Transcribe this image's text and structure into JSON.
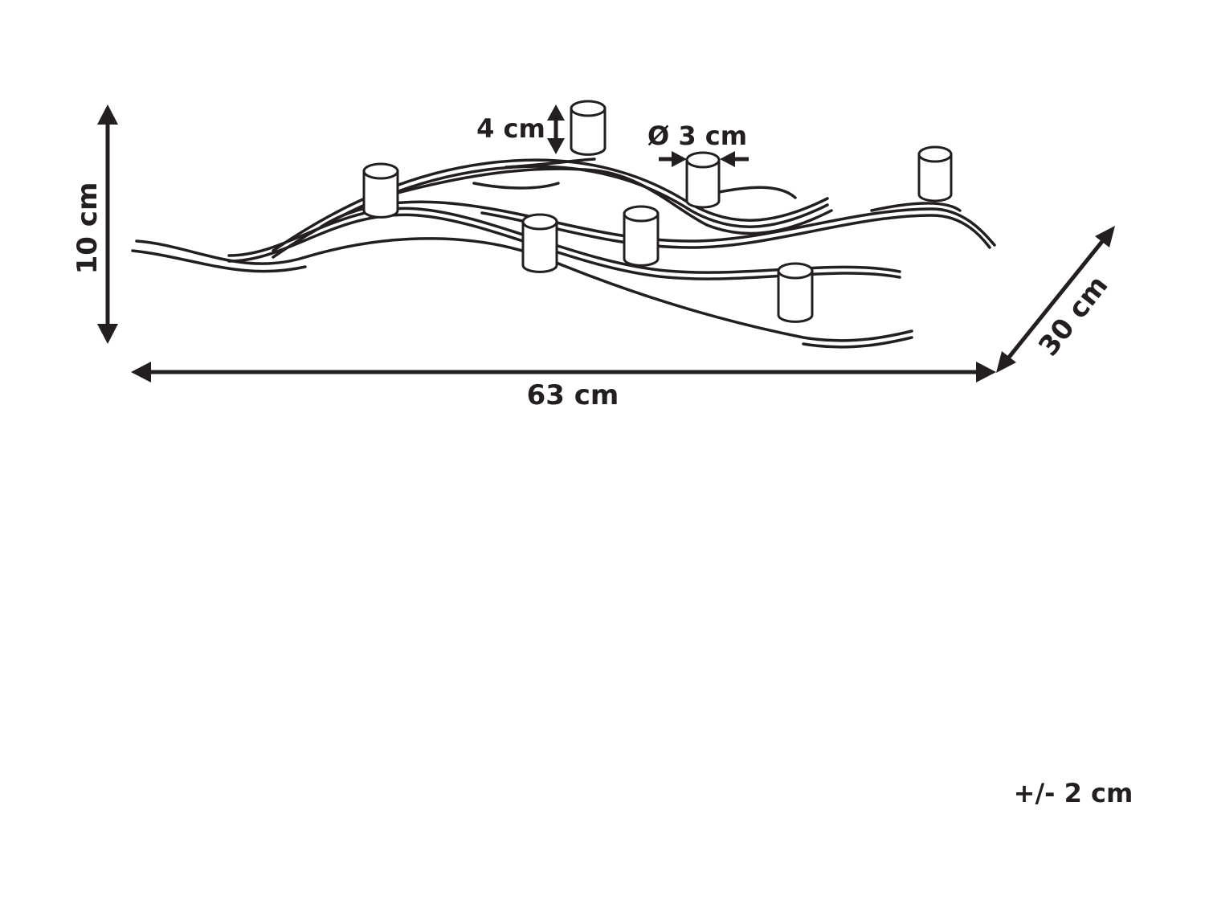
{
  "diagram": {
    "line_color": "#231f20",
    "background": "#ffffff",
    "dimensions": {
      "height": "10 cm",
      "width": "63 cm",
      "depth": "30 cm",
      "holder_height": "4 cm",
      "holder_diameter": "Ø 3 cm"
    },
    "tolerance": "+/- 2 cm"
  }
}
